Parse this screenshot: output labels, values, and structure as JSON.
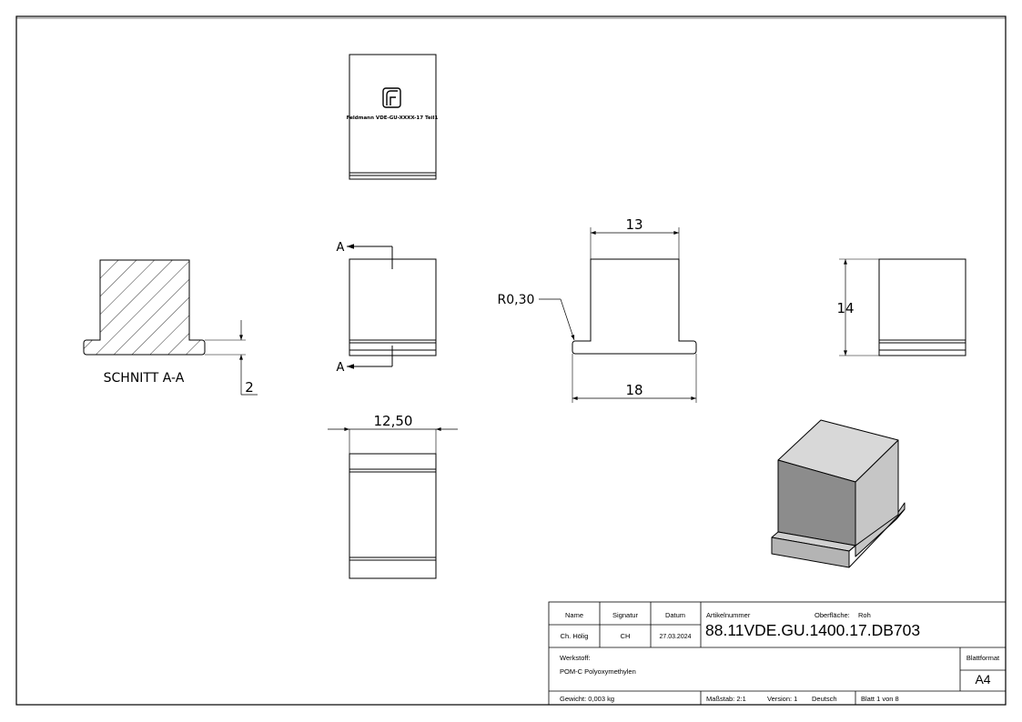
{
  "logo": {
    "engraving": "Feldmann VDE-GU-XXXX-17 Teil1"
  },
  "section": {
    "label": "SCHNITT A-A",
    "dim_flange": "2"
  },
  "cut_marks": {
    "top": "A",
    "bottom": "A"
  },
  "front_view": {
    "dim_top_width": "13",
    "dim_base_width": "18",
    "radius_note": "R0,30"
  },
  "side_view": {
    "dim_height": "14"
  },
  "bottom_view": {
    "dim_width": "12,50"
  },
  "title_block": {
    "headers": {
      "name": "Name",
      "signatur": "Signatur",
      "datum": "Datum"
    },
    "row": {
      "name": "Ch. Hölig",
      "signatur": "CH",
      "datum": "27.03.2024"
    },
    "artikelnummer_label": "Artikelnummer",
    "oberflaeche_label": "Oberfläche:",
    "oberflaeche_value": "Roh",
    "artikelnummer": "88.11VDE.GU.1400.17.DB703",
    "werkstoff_label": "Werkstoff:",
    "werkstoff_value": "POM-C Polyoxymethylen",
    "blattformat_label": "Blattformat",
    "blattformat_value": "A4",
    "gewicht": "Gewicht: 0,003 kg",
    "massstab": "Maßstab: 2:1",
    "version": "Version: 1",
    "sprache": "Deutsch",
    "blatt": "Blatt 1 von 8"
  },
  "colors": {
    "line": "#000000",
    "iso_top": "#d8d8d8",
    "iso_front": "#8c8c8c",
    "iso_side": "#c6c6c6",
    "iso_flange": "#b4b4b4"
  }
}
